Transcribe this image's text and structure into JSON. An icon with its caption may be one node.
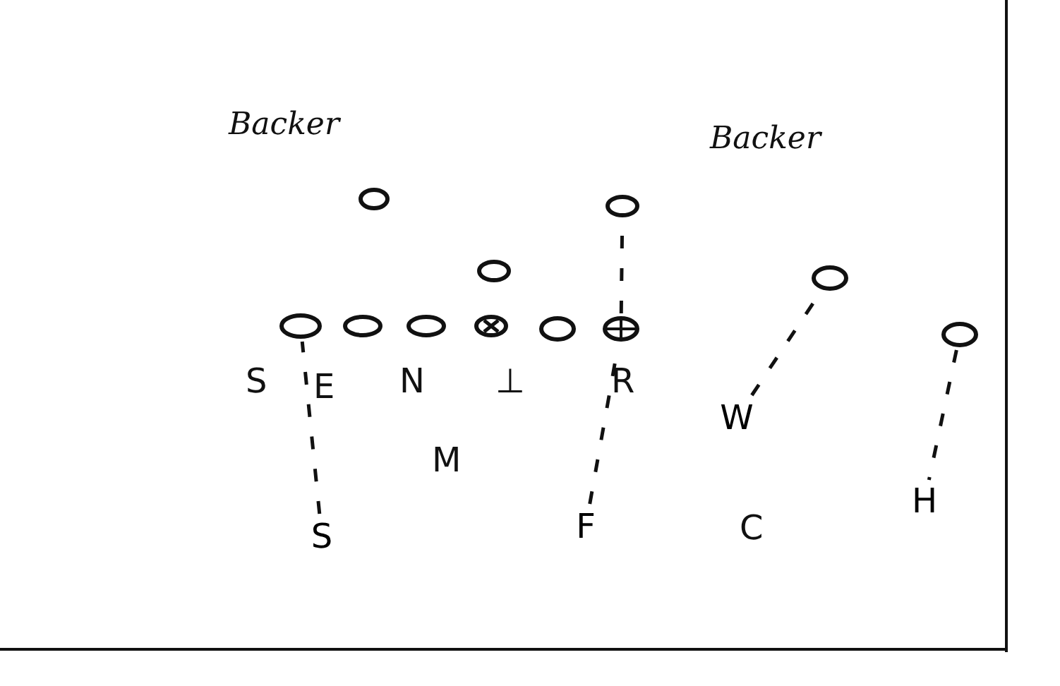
{
  "diagram": {
    "nodes": [
      {
        "text": [],
        "shape": "circle",
        "beside": [
          "Backer"
        ]
      },
      {
        "text": [],
        "shape": "circle",
        "beside": [
          "Backer"
        ]
      },
      {
        "text": [],
        "shape": "circle"
      },
      {
        "text": [],
        "shape": "circle"
      },
      {
        "text": [],
        "shape": "circle"
      },
      {
        "text": [],
        "shape": "circle"
      },
      {
        "text": [],
        "shape": "circle"
      },
      {
        "text": [],
        "shape": "circle"
      },
      {
        "text": [],
        "shape": "circle"
      },
      {
        "text": [],
        "shape": "circle"
      },
      {
        "text": [],
        "shape": "circle"
      },
      {
        "text": [
          "W"
        ]
      },
      {
        "text": [
          "H"
        ]
      },
      {
        "text": [
          "S"
        ]
      },
      {
        "text": [
          "F"
        ]
      }
    ],
    "edges": [
      {
        "from": 13,
        "to": 4,
        "arrow": "none",
        "style": "dashed"
      },
      {
        "from": 14,
        "to": 9,
        "arrow": "none",
        "style": "dashed"
      },
      {
        "from": 9,
        "to": 1,
        "arrow": "none",
        "style": "dashed"
      },
      {
        "from": 11,
        "to": 3,
        "arrow": "none",
        "style": "dashed"
      },
      {
        "from": 10,
        "to": 12,
        "arrow": "none",
        "style": "dashed"
      }
    ],
    "labels": [
      "S",
      "E",
      "N",
      "⊥",
      "R",
      "M",
      "C"
    ]
  }
}
